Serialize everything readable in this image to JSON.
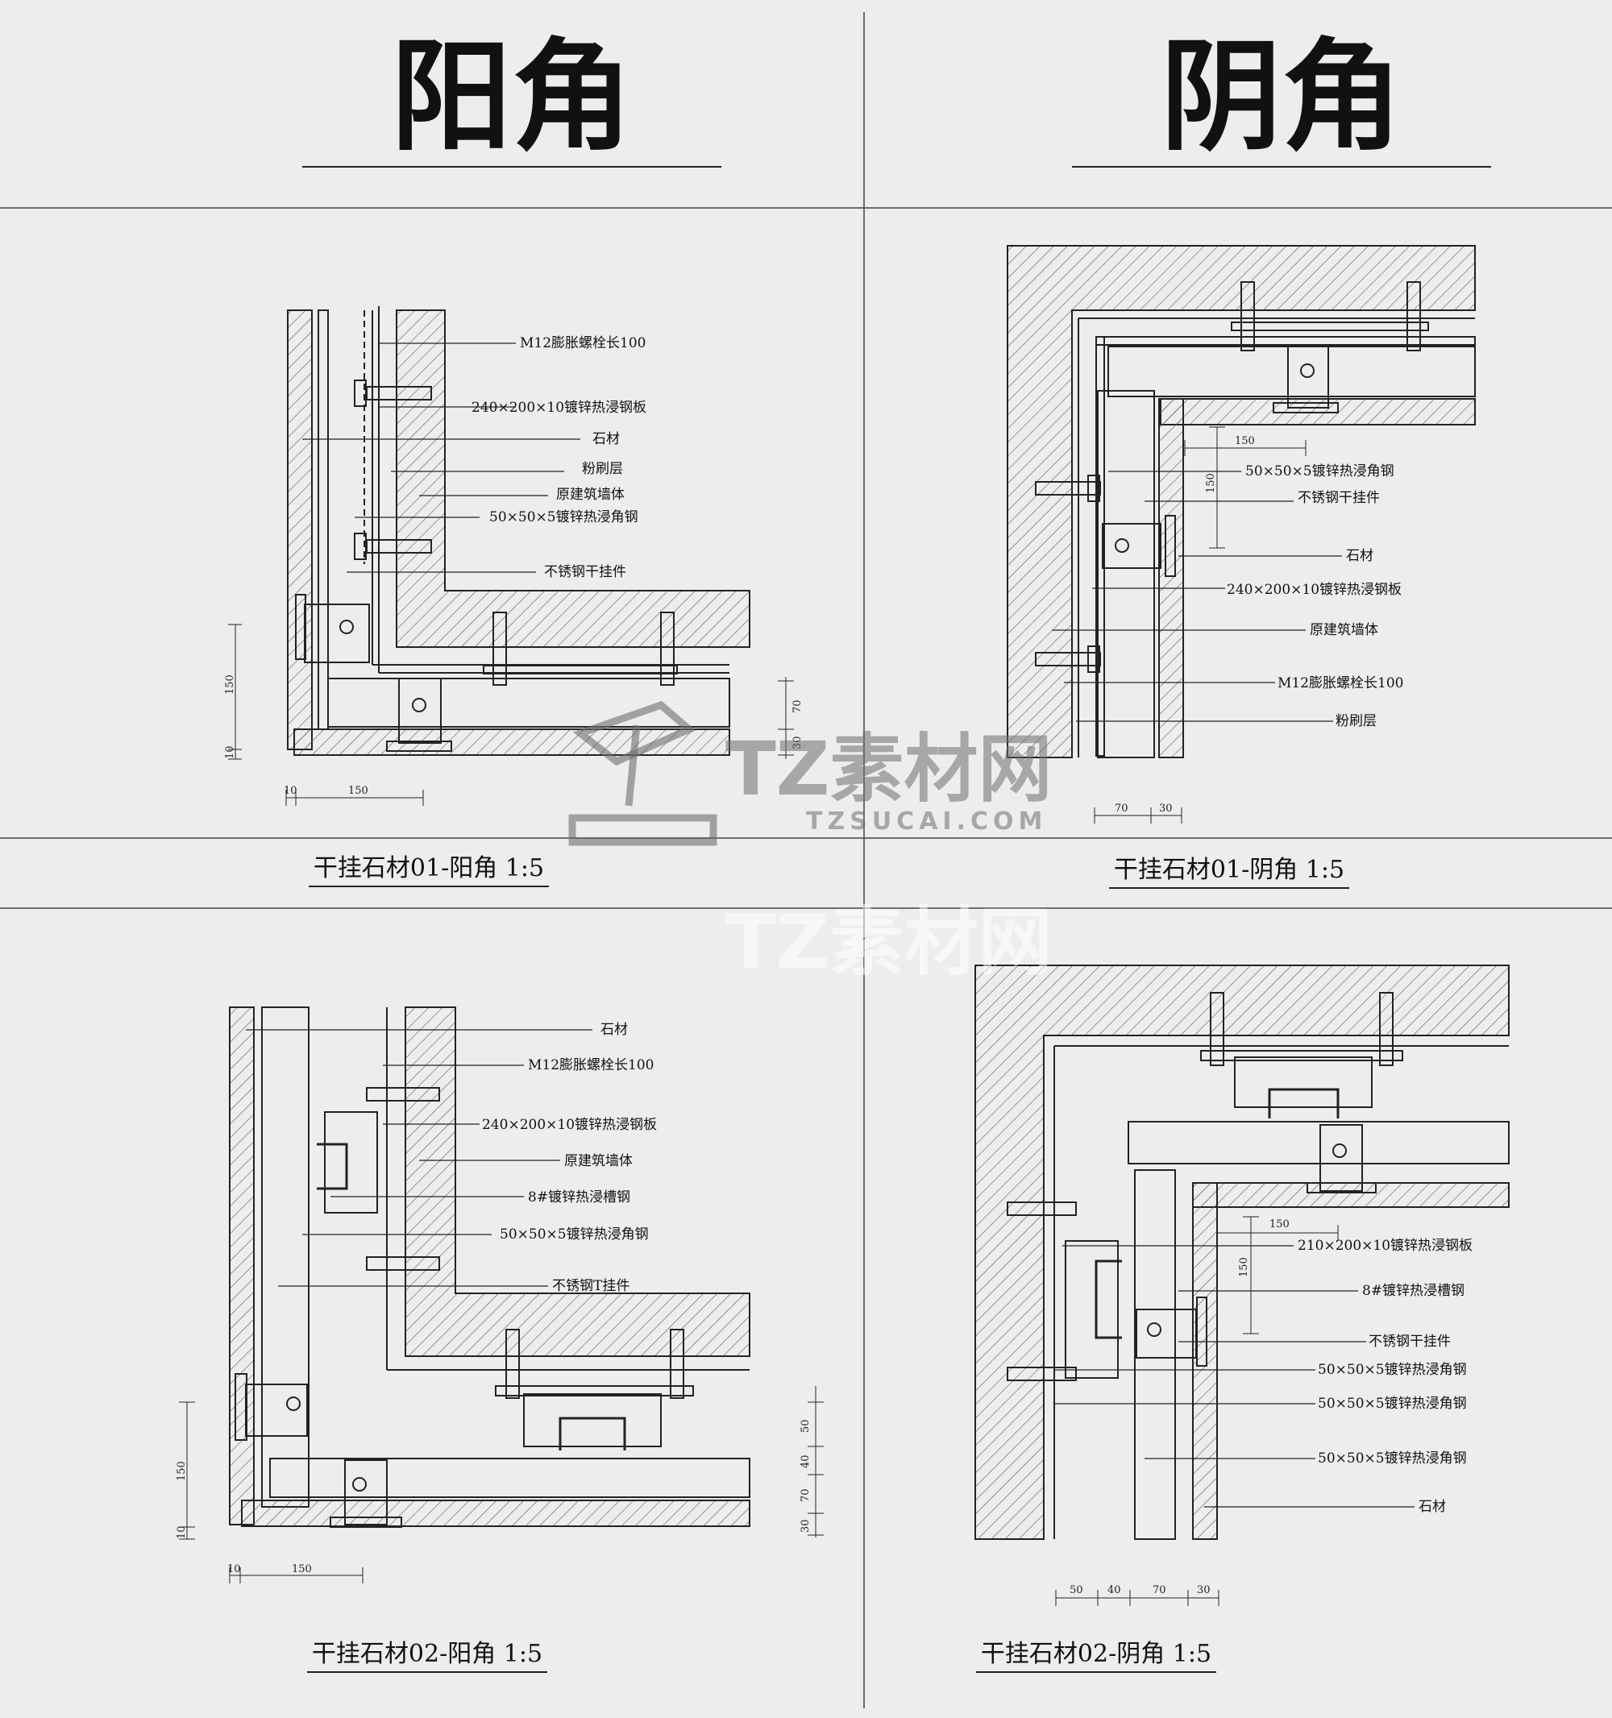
{
  "headings": {
    "outer_corner": "阳角",
    "inner_corner": "阴角"
  },
  "captions": {
    "p1": "干挂石材01-阳角 1:5",
    "p2": "干挂石材01-阴角 1:5",
    "p3": "干挂石材02-阳角 1:5",
    "p4": "干挂石材02-阴角 1:5"
  },
  "panel1": {
    "labels": [
      "M12膨胀螺栓长100",
      "240×200×10镀锌热浸钢板",
      "石材",
      "粉刷层",
      "原建筑墙体",
      "50×50×5镀锌热浸角钢",
      "不锈钢干挂件"
    ],
    "dims": [
      "150",
      "10",
      "10",
      "150",
      "70",
      "30"
    ]
  },
  "panel2": {
    "labels": [
      "50×50×5镀锌热浸角钢",
      "不锈钢干挂件",
      "石材",
      "240×200×10镀锌热浸钢板",
      "原建筑墙体",
      "M12膨胀螺栓长100",
      "粉刷层"
    ],
    "dims": [
      "150",
      "150",
      "70",
      "30"
    ]
  },
  "panel3": {
    "labels": [
      "石材",
      "M12膨胀螺栓长100",
      "240×200×10镀锌热浸钢板",
      "原建筑墙体",
      "8#镀锌热浸槽钢",
      "50×50×5镀锌热浸角钢",
      "不锈钢T挂件"
    ],
    "dims": [
      "150",
      "10",
      "10",
      "150",
      "50",
      "40",
      "70",
      "30"
    ]
  },
  "panel4": {
    "labels": [
      "210×200×10镀锌热浸钢板",
      "8#镀锌热浸槽钢",
      "不锈钢干挂件",
      "50×50×5镀锌热浸角钢",
      "50×50×5镀锌热浸角钢",
      "50×50×5镀锌热浸角钢",
      "石材"
    ],
    "dims": [
      "150",
      "150",
      "50",
      "40",
      "70",
      "30"
    ]
  },
  "watermark": {
    "brand": "TZ素材网",
    "url": "TZSUCAI.COM"
  },
  "colors": {
    "paper": "#ededec",
    "ink": "#111111",
    "hatch": "#555555",
    "watermark": "#707070"
  }
}
